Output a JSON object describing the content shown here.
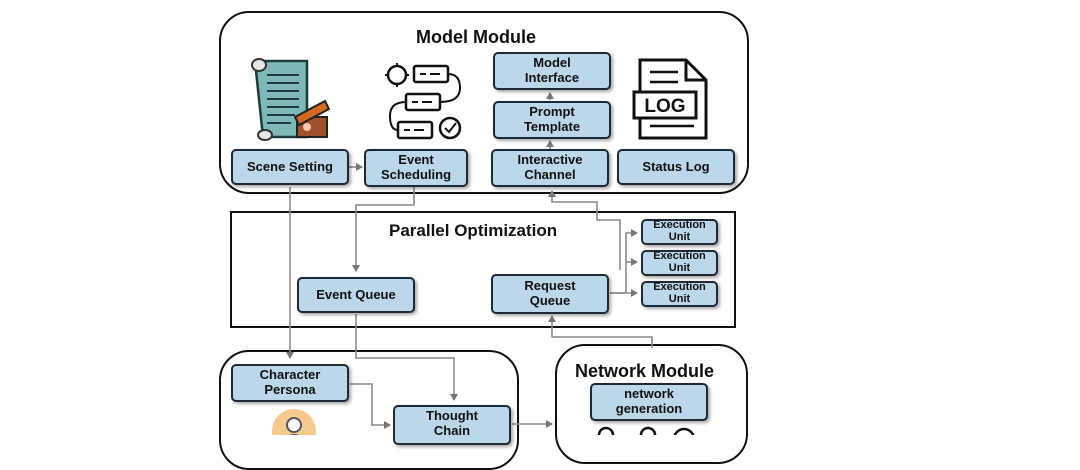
{
  "model_module": {
    "title": "Model Module",
    "scene_setting": "Scene Setting",
    "event_scheduling": "Event\nScheduling",
    "model_interface": "Model\nInterface",
    "prompt_template": "Prompt\nTemplate",
    "interactive_channel": "Interactive\nChannel",
    "status_log": "Status Log",
    "log_icon_text": "LOG"
  },
  "parallel_optimization": {
    "title": "Parallel Optimization",
    "event_queue": "Event Queue",
    "request_queue": "Request\nQueue",
    "execution_units": [
      "Execution\nUnit",
      "Execution\nUnit",
      "Execution\nUnit"
    ]
  },
  "agent_module": {
    "character_persona": "Character\nPersona",
    "thought_chain": "Thought\nChain"
  },
  "network_module": {
    "title": "Network Module",
    "network_generation": "network\ngeneration"
  }
}
